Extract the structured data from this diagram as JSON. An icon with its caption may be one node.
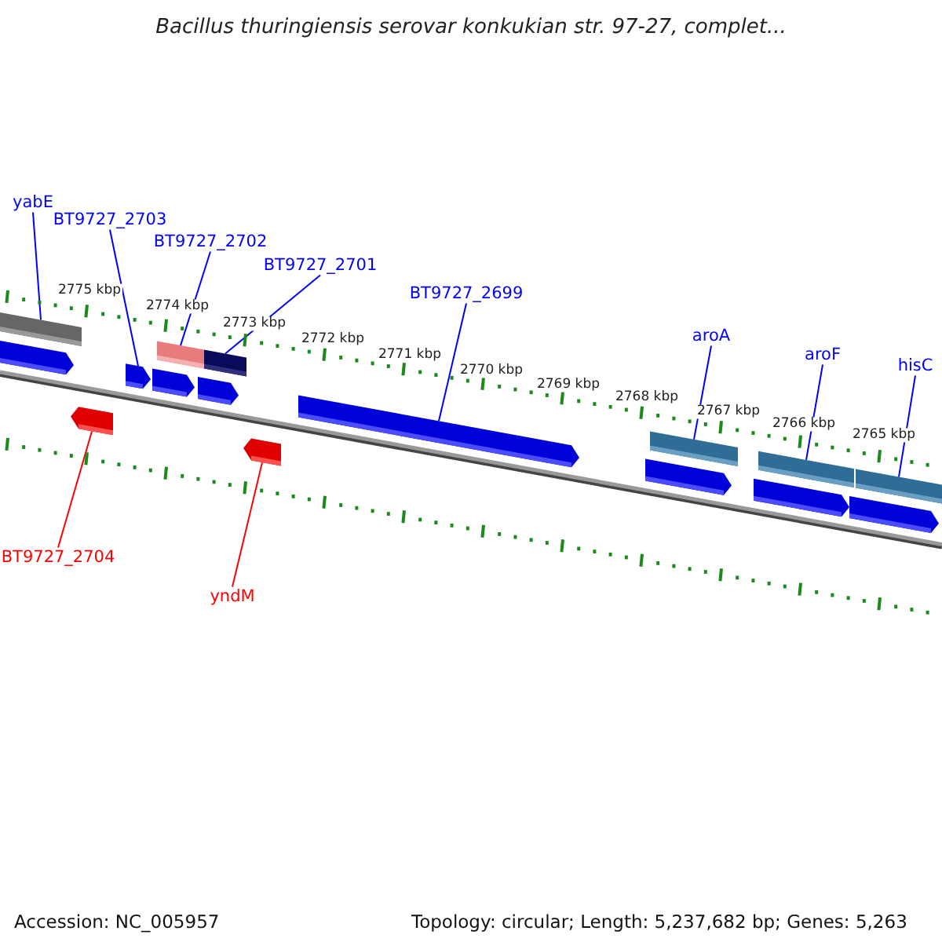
{
  "diagram": {
    "title": "Bacillus thuringiensis serovar konkukian str. 97-27, complet...",
    "nodes": [
      {
        "text": [
          "yabE"
        ]
      },
      {
        "text": [
          "BT9727_2703"
        ]
      },
      {
        "text": [
          "BT9727_2702"
        ]
      },
      {
        "text": [
          "BT9727_2701"
        ]
      },
      {
        "text": [
          "BT9727_2699"
        ]
      },
      {
        "text": [
          "aroA"
        ]
      },
      {
        "text": [
          "aroF"
        ]
      },
      {
        "text": [
          "hisC"
        ]
      },
      {
        "text": [
          "BT9727_2704"
        ]
      },
      {
        "text": [
          "yndM"
        ]
      },
      {
        "text": [],
        "shape": "bar"
      },
      {
        "text": [],
        "shape": "bar"
      },
      {
        "text": [],
        "shape": "bar"
      },
      {
        "text": [],
        "shape": "bar"
      },
      {
        "text": [],
        "shape": "bar"
      },
      {
        "text": [],
        "shape": "bar"
      },
      {
        "text": [],
        "shape": "pentagon"
      },
      {
        "text": [],
        "shape": "pentagon"
      },
      {
        "text": [],
        "shape": "pentagon"
      },
      {
        "text": [],
        "shape": "pentagon"
      },
      {
        "text": [],
        "shape": "pentagon"
      },
      {
        "text": [],
        "shape": "pentagon"
      },
      {
        "text": [],
        "shape": "pentagon"
      },
      {
        "text": [],
        "shape": "pentagon"
      },
      {
        "text": [],
        "shape": "pentagon"
      },
      {
        "text": [],
        "shape": "pentagon"
      }
    ],
    "edges": [
      {
        "from": 0,
        "to": 10,
        "arrow": "none"
      },
      {
        "from": 1,
        "to": 17,
        "arrow": "none"
      },
      {
        "from": 2,
        "to": 11,
        "arrow": "none"
      },
      {
        "from": 3,
        "to": 12,
        "arrow": "none"
      },
      {
        "from": 4,
        "to": 20,
        "arrow": "none"
      },
      {
        "from": 5,
        "to": 13,
        "arrow": "none"
      },
      {
        "from": 6,
        "to": 14,
        "arrow": "none"
      },
      {
        "from": 7,
        "to": 15,
        "arrow": "none"
      },
      {
        "from": 8,
        "to": 24,
        "arrow": "none",
        "color": "#ff0000"
      },
      {
        "from": 9,
        "to": 25,
        "arrow": "none",
        "color": "#ff0000"
      }
    ],
    "labels": [
      "2775 kbp",
      "2774 kbp",
      "2773 kbp",
      "2772 kbp",
      "2771 kbp",
      "2770 kbp",
      "2769 kbp",
      "2768 kbp",
      "2767 kbp",
      "2766 kbp",
      "2765 kbp",
      "Accession: NC_005957",
      "Topology: circular; Length: 5,237,682 bp; Genes: 5,263"
    ]
  }
}
